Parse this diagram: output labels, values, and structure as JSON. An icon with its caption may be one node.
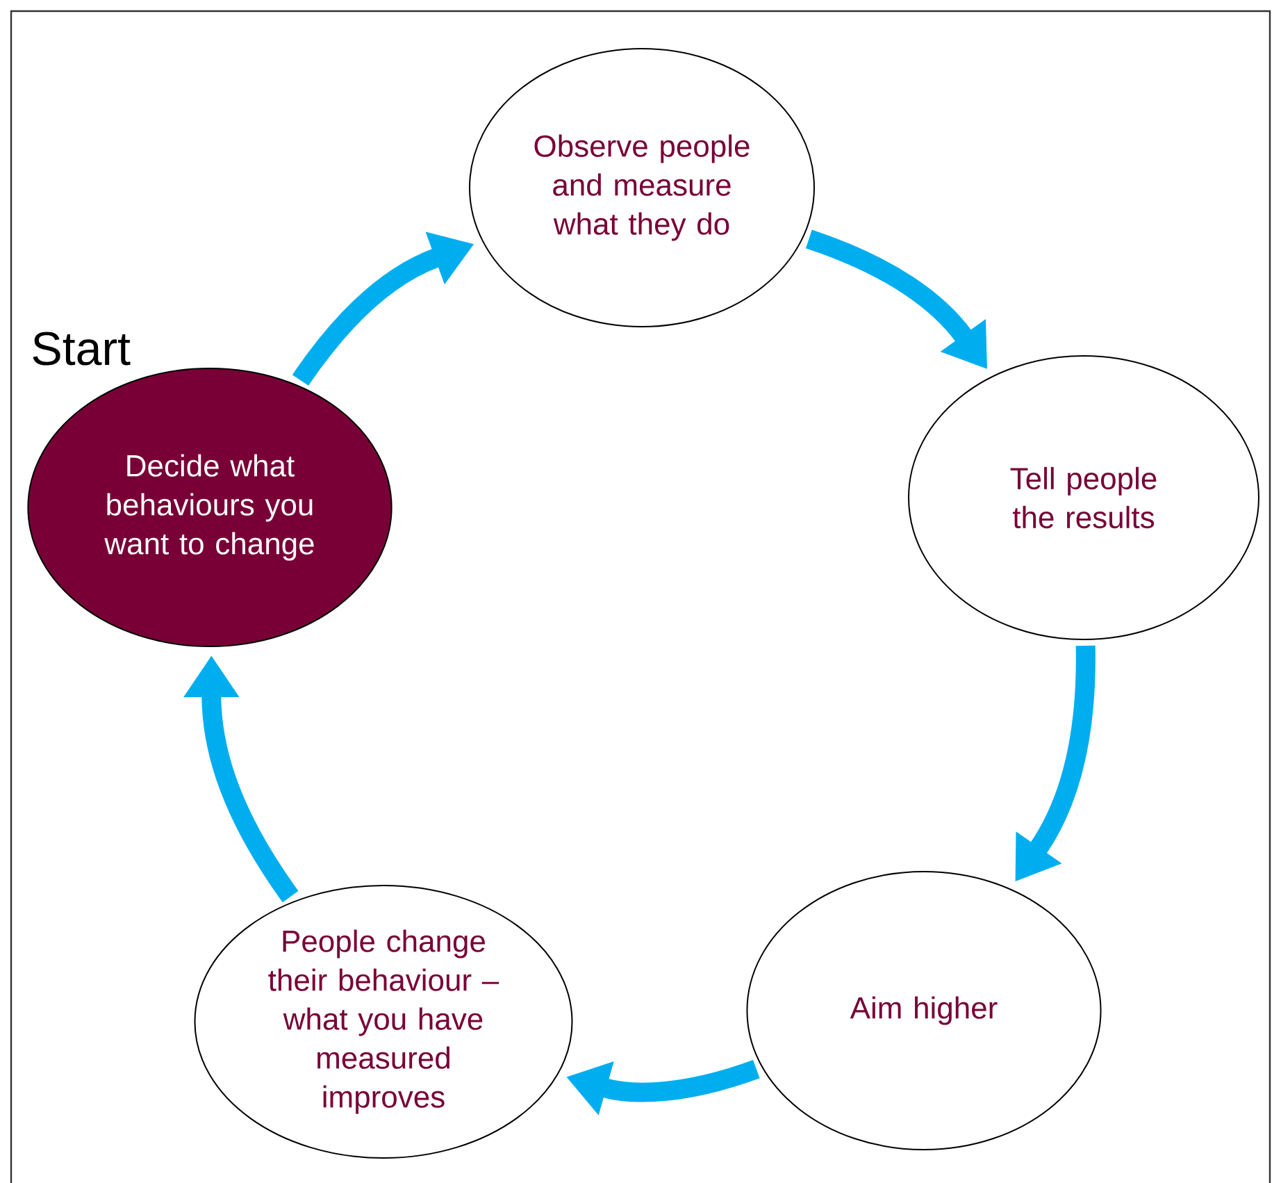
{
  "diagram": {
    "nodes": [
      {
        "text": [
          "Decide what behaviours you want to change"
        ],
        "beside": [
          "Start"
        ]
      },
      {
        "text": [
          "Observe people and measure what they do"
        ]
      },
      {
        "text": [
          "Tell people the results"
        ]
      },
      {
        "text": [
          "Aim higher"
        ]
      },
      {
        "text": [
          "People change their behaviour – what you have measured improves"
        ]
      }
    ],
    "edges": [
      {
        "from": 0,
        "to": 1,
        "arrow": "to"
      },
      {
        "from": 1,
        "to": 2,
        "arrow": "to"
      },
      {
        "from": 2,
        "to": 3,
        "arrow": "to"
      },
      {
        "from": 3,
        "to": 4,
        "arrow": "to"
      },
      {
        "from": 4,
        "to": 0,
        "arrow": "to"
      }
    ]
  }
}
